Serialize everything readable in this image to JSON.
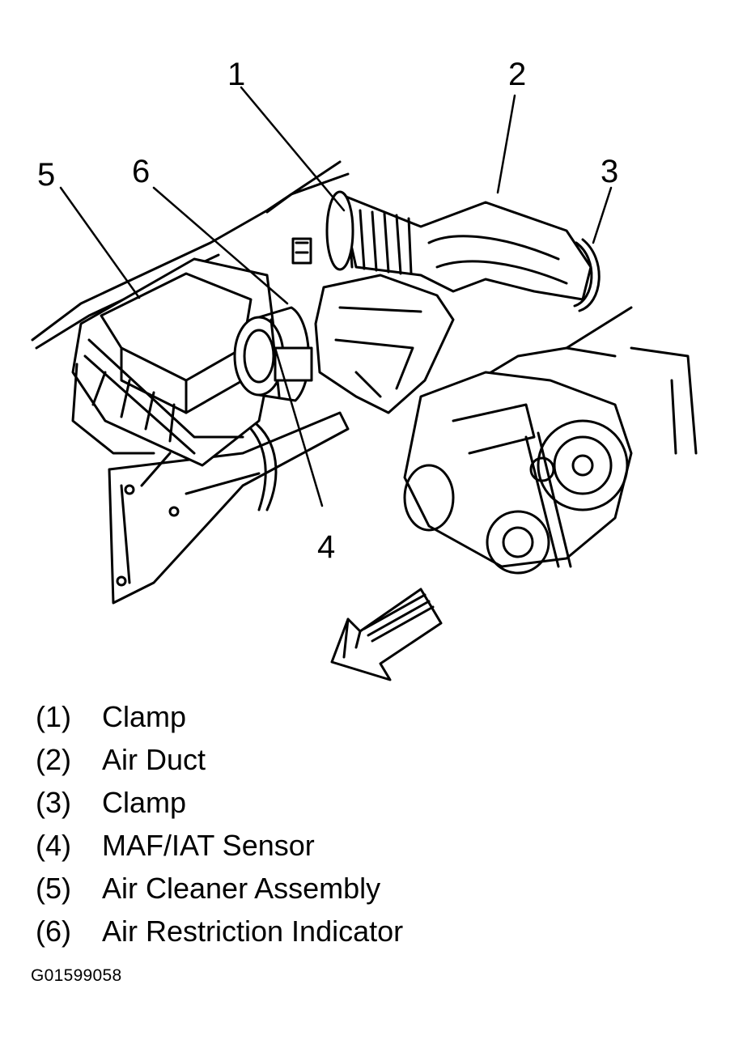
{
  "callouts": [
    "1",
    "2",
    "3",
    "4",
    "5",
    "6"
  ],
  "legend": [
    {
      "num": "(1)",
      "label": "Clamp"
    },
    {
      "num": "(2)",
      "label": "Air Duct"
    },
    {
      "num": "(3)",
      "label": "Clamp"
    },
    {
      "num": "(4)",
      "label": "MAF/IAT Sensor"
    },
    {
      "num": "(5)",
      "label": "Air Cleaner Assembly"
    },
    {
      "num": "(6)",
      "label": "Air Restriction Indicator"
    }
  ],
  "figure_id": "G01599058"
}
